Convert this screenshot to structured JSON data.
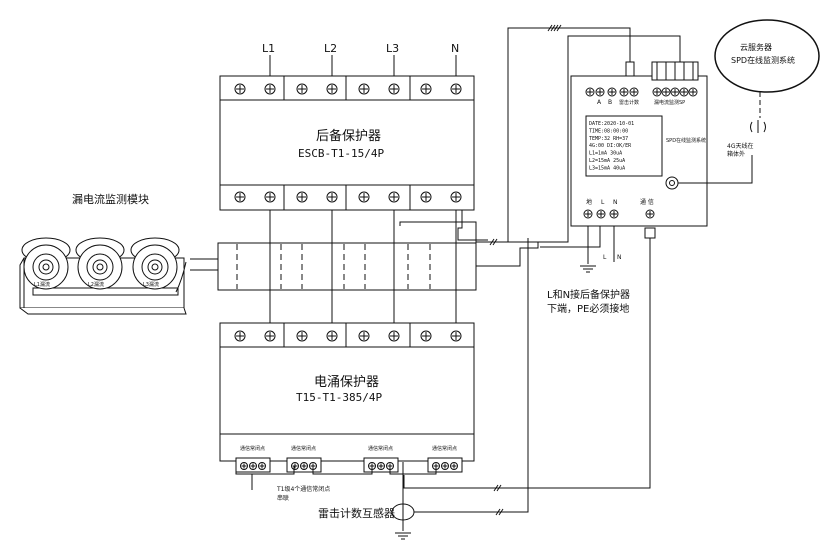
{
  "phases": [
    "L1",
    "L2",
    "L3",
    "N"
  ],
  "backup_protector": {
    "title": "后备保护器",
    "model": "ESCB-T1-15/4P"
  },
  "surge_protector": {
    "title": "电涌保护器",
    "model": "T15-T1-385/4P"
  },
  "leakage_module": {
    "title": "漏电流监测模块",
    "ct_labels": [
      "L1漏流",
      "L2漏流",
      "L3漏流"
    ]
  },
  "cloud": {
    "line1": "云服务器",
    "line2": "SPD在线监测系统"
  },
  "monitor": {
    "top_labels": {
      "a": "A",
      "b": "B",
      "strike": "雷击计数",
      "leak": "漏电流监测SP"
    },
    "screen_lines": [
      "DATE:2020-10-01",
      "TIME:08:00:00",
      "TEMP:32   RH=37",
      "4G:00  DI:OK/ER",
      "L1=1mA    30uA",
      "L2=15mA   25uA",
      "L3=15mA   40uA"
    ],
    "side_label": "SPD在线监测系统",
    "bottom_labels": {
      "ground": "地",
      "l": "L",
      "n": "N",
      "comm": "通 信"
    }
  },
  "antenna_label": {
    "line1": "4G天线在",
    "line2": "箱体外"
  },
  "l_n_labels": {
    "l": "L",
    "n": "N"
  },
  "note": {
    "line1": "L和N接后备保护器",
    "line2": "下端，PE必须接地"
  },
  "comm_point_label": "通信常闭点",
  "t1_note": {
    "line1": "T1级4个通信常闭点",
    "line2": "串联"
  },
  "strike_sensor_label": "雷击计数互感器"
}
